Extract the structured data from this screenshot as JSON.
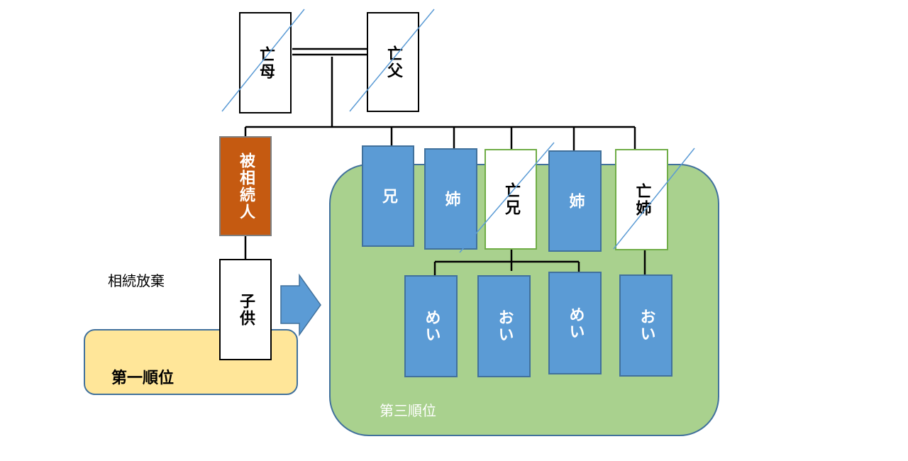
{
  "parents": {
    "mother": "亡母",
    "father": "亡父"
  },
  "decedent": "被相続人",
  "child": "子供",
  "siblings": [
    {
      "label": "兄",
      "deceased": false
    },
    {
      "label": "姉",
      "deceased": false
    },
    {
      "label": "亡兄",
      "deceased": true
    },
    {
      "label": "姉",
      "deceased": false
    },
    {
      "label": "亡姉",
      "deceased": true
    }
  ],
  "nephews_nieces": [
    "めい",
    "おい",
    "めい",
    "おい"
  ],
  "labels": {
    "renunciation": "相続放棄",
    "first_rank": "第一順位",
    "third_rank": "第三順位"
  },
  "colors": {
    "sibling_blue": "#5b9bd5",
    "decedent_orange": "#c55a11",
    "third_rank_green": "#a9d18e",
    "first_rank_yellow": "#ffe699",
    "strike_line": "#5b9bd5"
  }
}
